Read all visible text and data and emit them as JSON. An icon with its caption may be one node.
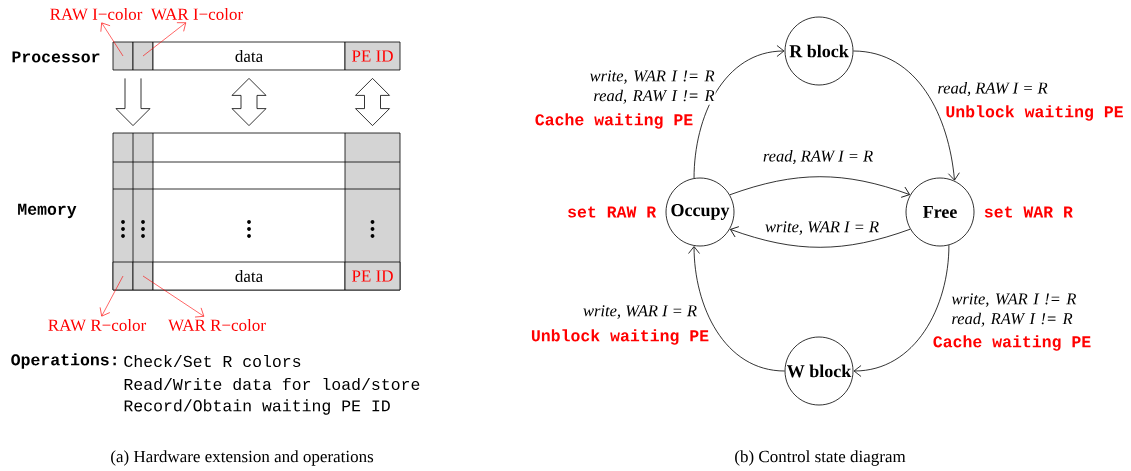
{
  "diagram": {
    "nodes": [
      {
        "text": [
          "RAW I−color"
        ]
      },
      {
        "text": [
          "WAR I−color"
        ]
      },
      {
        "text": [],
        "shape": "box"
      },
      {
        "text": [],
        "shape": "box"
      },
      {
        "text": [
          "data"
        ]
      },
      {
        "text": [
          "PE ID"
        ]
      },
      {
        "text": [],
        "shape": "box"
      },
      {
        "text": [],
        "shape": "box",
        "in": 6
      },
      {
        "text": [],
        "shape": "box",
        "in": 6
      },
      {
        "text": [
          "data"
        ],
        "in": 6
      },
      {
        "text": [
          "PE ID"
        ],
        "in": 6
      },
      {
        "text": [
          "RAW R−color"
        ]
      },
      {
        "text": [
          "WAR R−color"
        ]
      },
      {
        "text": [
          "R block"
        ]
      },
      {
        "text": [
          "Occupy"
        ],
        "beside": [
          "set RAW R"
        ]
      },
      {
        "text": [
          "Free"
        ],
        "beside": [
          "set WAR R"
        ]
      },
      {
        "text": [
          "W block"
        ]
      }
    ],
    "edges": [
      {
        "from": 2,
        "to": 6,
        "arrow": "to"
      },
      {
        "from": 3,
        "to": 6,
        "arrow": "to"
      },
      {
        "from": 4,
        "to": 6,
        "arrow": "both"
      },
      {
        "from": 5,
        "to": 6,
        "arrow": "both"
      },
      {
        "from": 2,
        "to": 0,
        "arrow": "to",
        "color": "#ff0000"
      },
      {
        "from": 3,
        "to": 1,
        "arrow": "to",
        "color": "#ff0000"
      },
      {
        "from": 7,
        "to": 11,
        "arrow": "to",
        "color": "#ff0000"
      },
      {
        "from": 8,
        "to": 12,
        "arrow": "to",
        "color": "#ff0000"
      },
      {
        "from": 14,
        "to": 13,
        "arrow": "to",
        "label": "write, WAR I != R read, RAW I != R"
      },
      {
        "from": 13,
        "to": 15,
        "arrow": "to",
        "label": "read, RAW I = R"
      },
      {
        "from": 14,
        "to": 15,
        "arrow": "to",
        "label": "read, RAW I = R"
      },
      {
        "from": 15,
        "to": 14,
        "arrow": "to",
        "label": "write, WAR I = R"
      },
      {
        "from": 15,
        "to": 16,
        "arrow": "to",
        "label": "write, WAR I != R read, RAW I != R"
      },
      {
        "from": 16,
        "to": 14,
        "arrow": "to",
        "label": "write, WAR I = R"
      }
    ],
    "labels": [
      "Processor",
      "Memory",
      "Operations:",
      "Check/Set R colors",
      "Read/Write data for load/store",
      "Record/Obtain waiting PE ID",
      "(a) Hardware extension and operations",
      "Cache waiting PE",
      "Unblock waiting PE",
      "Unblock waiting PE",
      "Cache waiting PE",
      "(b) Control state diagram"
    ]
  }
}
